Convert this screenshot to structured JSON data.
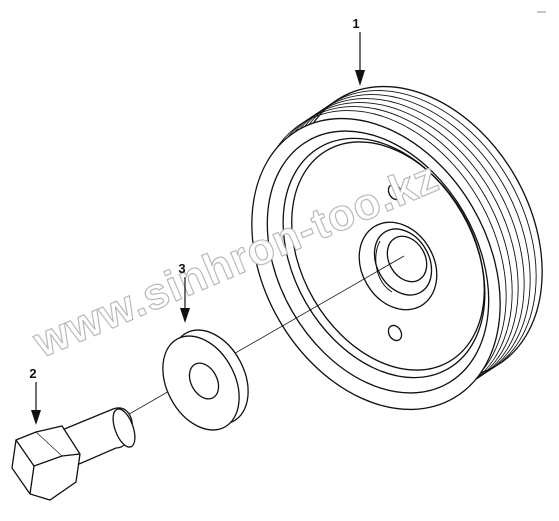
{
  "callouts": {
    "pulley": "1",
    "bolt": "2",
    "washer": "3"
  },
  "watermark": "www.sinhron-too.kz",
  "colors": {
    "line": "#111111",
    "watermark_stroke": "#b9b9b9",
    "background": "#ffffff"
  }
}
